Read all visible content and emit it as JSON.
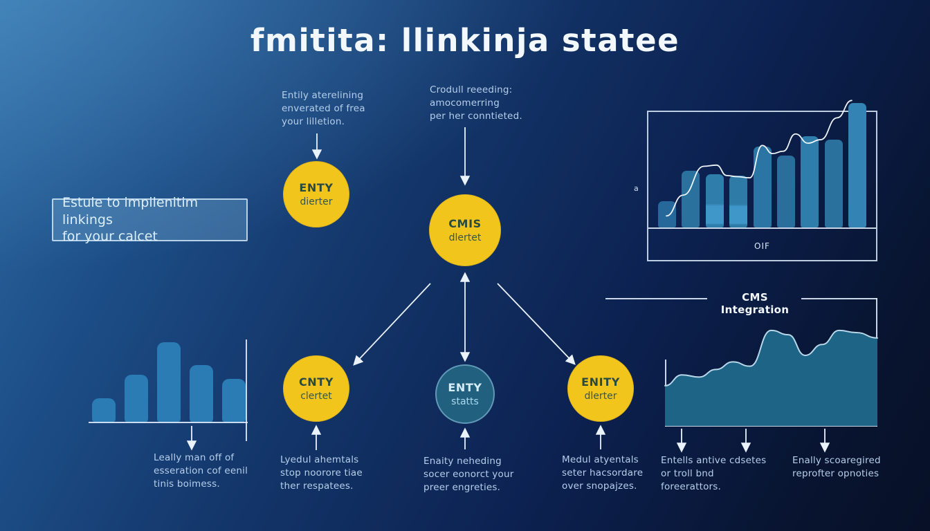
{
  "title": "fmitita: llinkinja statee",
  "info_box": {
    "text": "Estule to impilenitim linkings\nfor your calcet"
  },
  "annotations": {
    "top_left": "Entily aterelining\nenverated of frea\nyour lilletion.",
    "top_center": "Crodull reeeding:\namocomerring\nper her conntieted.",
    "bottom_1": "Leally man off of\nesseration cof eenil\ntinis boimess.",
    "bottom_2": "Lyedul ahemtals\nstop noorore tiae\nther respatees.",
    "bottom_3": "Enaity neheding\nsocer eonorct your\npreer engreties.",
    "bottom_4": "Medul atyentals\nseter hacsordare\nover snopajzes.",
    "bottom_5": "Entells antive cdsetes\nor troll bnd\nforeerattors.",
    "bottom_6": "Enally scoaregired\nreprofter opnoties"
  },
  "nodes": {
    "entity_top": {
      "line1": "ENTY",
      "line2": "dierter"
    },
    "cms_center": {
      "line1": "CMIS",
      "line2": "dlertet"
    },
    "entity_left": {
      "line1": "CNTY",
      "line2": "clertet"
    },
    "entity_mid": {
      "line1": "ENTY",
      "line2": "statts"
    },
    "entity_right": {
      "line1": "ENITY",
      "line2": "dlerter"
    }
  },
  "colors": {
    "accent_yellow": "#f2c51d",
    "bar_blue": "#2b7cb5",
    "teal_node": "#226080",
    "arrow_white": "#eaf3fc",
    "background_navy": "#0c2150"
  },
  "chart_data": [
    {
      "id": "mini-bar-chart",
      "type": "bar",
      "title": "",
      "xlabel": "",
      "ylabel": "",
      "categories": [
        "",
        "",
        "",
        "",
        ""
      ],
      "values": [
        30,
        59,
        99,
        71,
        54
      ],
      "ylim": [
        0,
        100
      ],
      "bar_color": "#2b7cb5",
      "grid": false,
      "note": "unlabeled decorative bar chart, axes drawn bottom and right"
    },
    {
      "id": "framed-bar-line-chart",
      "type": "bar",
      "title": "",
      "xlabel": "OIF",
      "ylabel": "a",
      "categories": [
        "",
        "",
        "",
        "",
        "",
        "",
        "",
        "",
        ""
      ],
      "values": [
        23,
        49,
        46,
        45,
        70,
        62,
        79,
        76,
        108
      ],
      "ylim": [
        0,
        100
      ],
      "bar_colors": [
        "#27689b",
        "#2b719e",
        "#2f7dab",
        "#2e7ba8",
        "#2b75a4",
        "#2a6f9b",
        "#2f7dab",
        "#2b719e",
        "#3383b5"
      ],
      "accent_bottom": [
        false,
        false,
        true,
        true,
        false,
        false,
        false,
        false,
        false
      ],
      "accent_color": "#3f97c9",
      "line_overlay": [
        [
          4,
          90
        ],
        [
          12,
          72
        ],
        [
          22,
          47
        ],
        [
          28,
          46
        ],
        [
          33,
          55
        ],
        [
          38,
          56
        ],
        [
          44,
          57
        ],
        [
          50,
          29
        ],
        [
          55,
          36
        ],
        [
          60,
          34
        ],
        [
          66,
          19
        ],
        [
          72,
          27
        ],
        [
          78,
          24
        ],
        [
          86,
          5
        ],
        [
          93,
          -10
        ]
      ],
      "grid": false,
      "note": "bars rise left to right, white trend line over bars, last bar overflows frame"
    },
    {
      "id": "area-chart",
      "type": "area",
      "title": "CMS Integration",
      "xlabel": "",
      "ylabel": "",
      "points": [
        [
          0,
          63
        ],
        [
          8,
          53
        ],
        [
          16,
          55
        ],
        [
          24,
          48
        ],
        [
          32,
          41
        ],
        [
          40,
          45
        ],
        [
          50,
          12
        ],
        [
          58,
          16
        ],
        [
          66,
          35
        ],
        [
          74,
          25
        ],
        [
          82,
          12
        ],
        [
          90,
          14
        ],
        [
          100,
          19
        ]
      ],
      "fill": "#1d6486",
      "stroke": "#b9d8ea",
      "grid": false,
      "note": "wavy filled area with two large peaks, y = percent height from top"
    }
  ]
}
